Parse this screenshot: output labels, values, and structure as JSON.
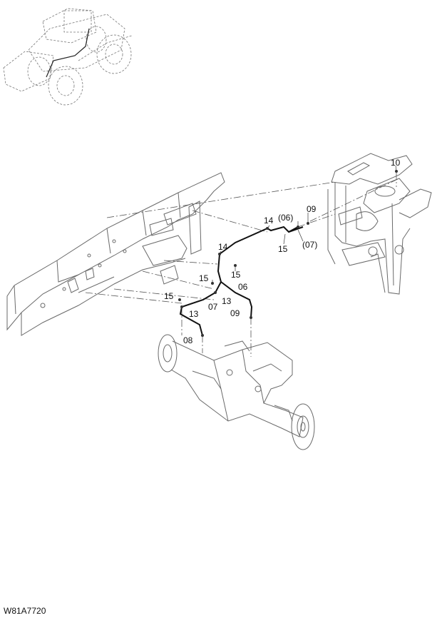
{
  "figure_code": "W81A7720",
  "callouts": {
    "c10": "10",
    "c14a": "14",
    "c06a": "(06)",
    "c09a": "09",
    "c15a": "15",
    "c07a": "(07)",
    "c14b": "14",
    "c15b": "15",
    "c15c": "15",
    "c06b": "06",
    "c13a": "13",
    "c15d": "15",
    "c07b": "07",
    "c09b": "09",
    "c13b": "13",
    "c08": "08"
  }
}
